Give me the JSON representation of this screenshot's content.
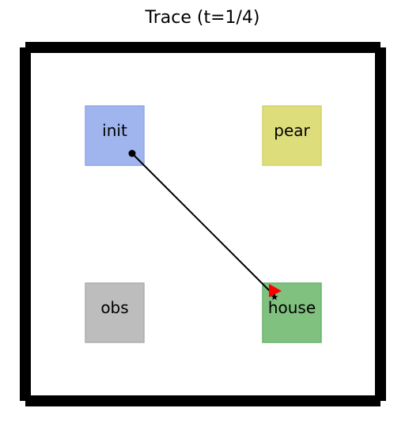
{
  "title": "Trace (t=1/4)",
  "regions": [
    {
      "id": "init",
      "label": "init",
      "color": "#a0b4ee",
      "border": "#8ea6e6"
    },
    {
      "id": "pear",
      "label": "pear",
      "color": "#dedd7c",
      "border": "#d4d36a"
    },
    {
      "id": "obs",
      "label": "obs",
      "color": "#bdbdbd",
      "border": "#adadad"
    },
    {
      "id": "house",
      "label": "house",
      "color": "#80c17f",
      "border": "#6cb36b"
    }
  ],
  "trace": {
    "from": "init",
    "to": "house",
    "line_color": "#000000",
    "arrow_color": "#ff0000"
  }
}
